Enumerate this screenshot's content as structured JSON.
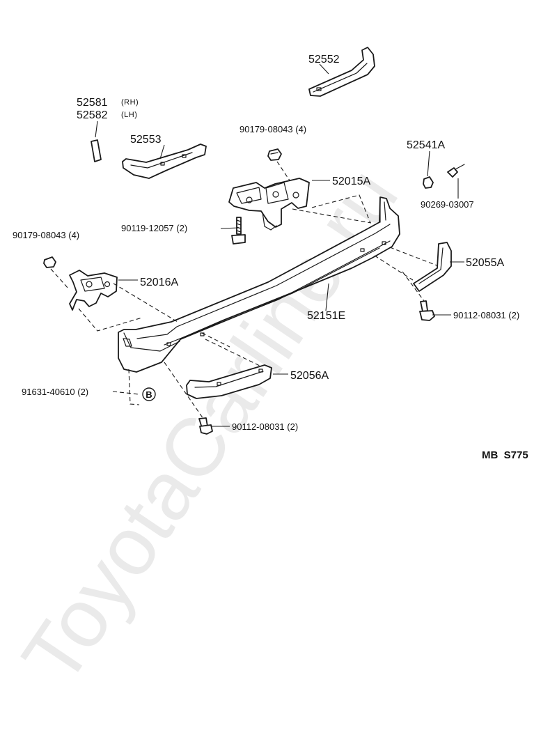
{
  "watermark": "ToyotaCarline.ru",
  "diagram_code": "MB  S775",
  "labels": {
    "p52552": "52552",
    "p52581": "52581",
    "p52581_side": "(RH)",
    "p52582": "52582",
    "p52582_side": "(LH)",
    "p52553": "52553",
    "p90179_top": "90179-08043 (4)",
    "p52541A": "52541A",
    "p52015A": "52015A",
    "p90269": "90269-03007",
    "p90119": "90119-12057 (2)",
    "p90179_left": "90179-08043 (4)",
    "p52055A": "52055A",
    "p52016A": "52016A",
    "p52151E": "52151E",
    "p90112_right": "90112-08031 (2)",
    "p52056A": "52056A",
    "p91631": "91631-40610 (2)",
    "circle_B": "B",
    "p90112_bottom": "90112-08031 (2)"
  }
}
